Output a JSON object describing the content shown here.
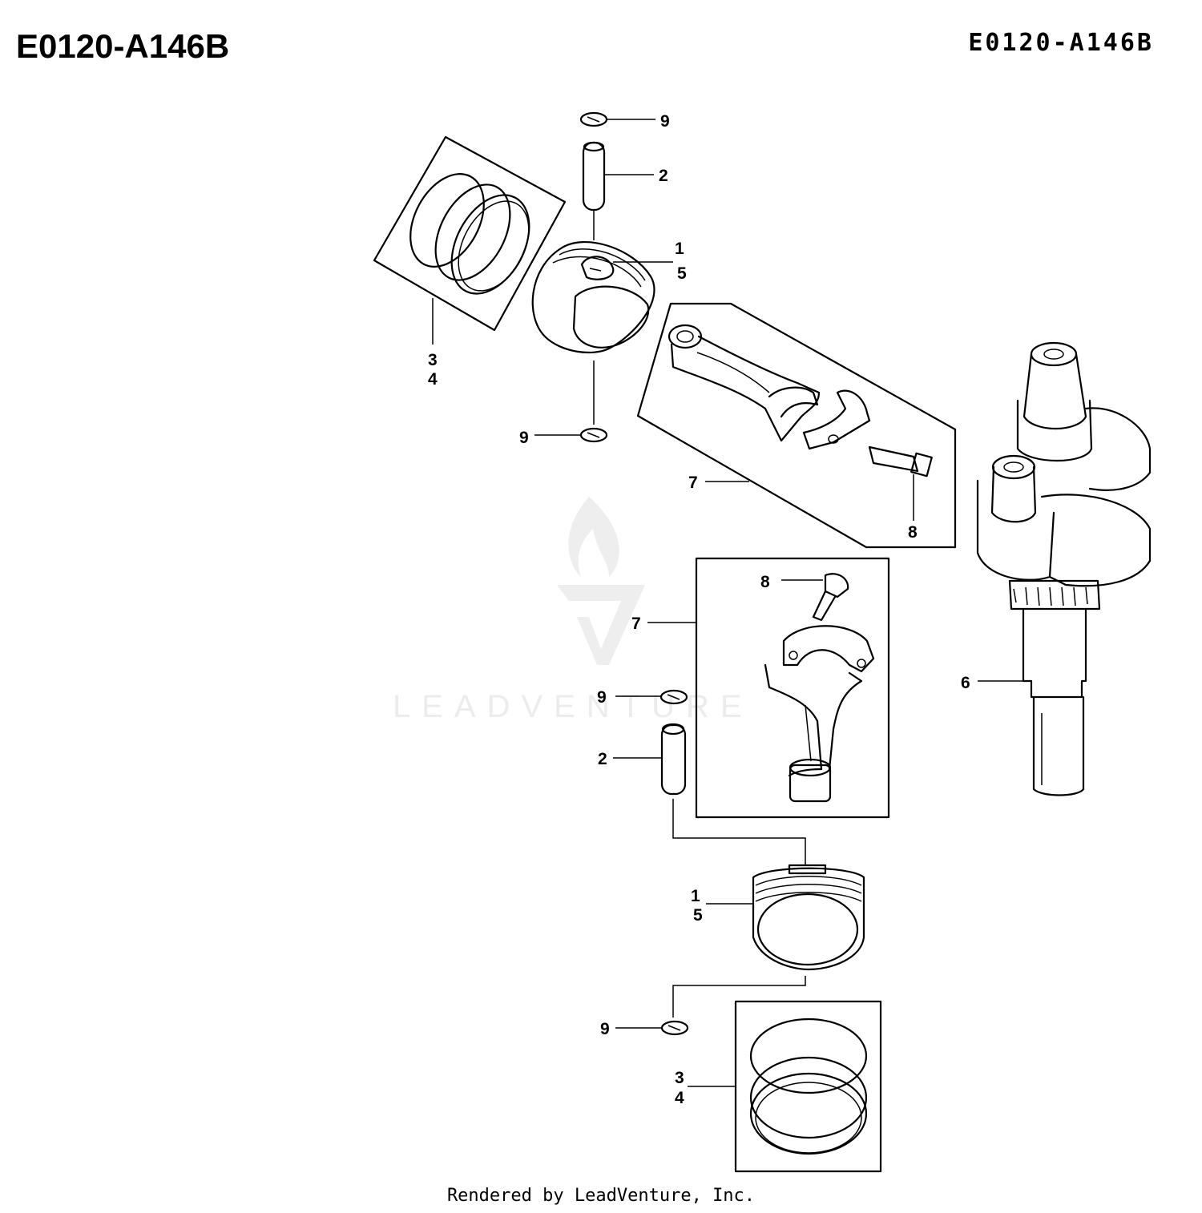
{
  "header": {
    "diagram_code_left": "E0120-A146B",
    "diagram_code_right": "E0120-A146B"
  },
  "watermark": {
    "text": "LEADVENTURE"
  },
  "footer": {
    "credit": "Rendered by LeadVenture, Inc."
  },
  "callouts": {
    "top_clip_9": "9",
    "top_pin_2": "2",
    "top_piston_1": "1",
    "top_piston_5": "5",
    "top_rings_3": "3",
    "top_rings_4": "4",
    "mid_clip_9": "9",
    "rod_assy_7": "7",
    "rod_bolt_8": "8",
    "crankshaft_6": "6",
    "lower_bolt_8": "8",
    "lower_rod_7": "7",
    "lower_clip_9": "9",
    "lower_pin_2": "2",
    "lower_piston_1": "1",
    "lower_piston_5": "5",
    "bottom_clip_9": "9",
    "bottom_rings_3": "3",
    "bottom_rings_4": "4"
  }
}
